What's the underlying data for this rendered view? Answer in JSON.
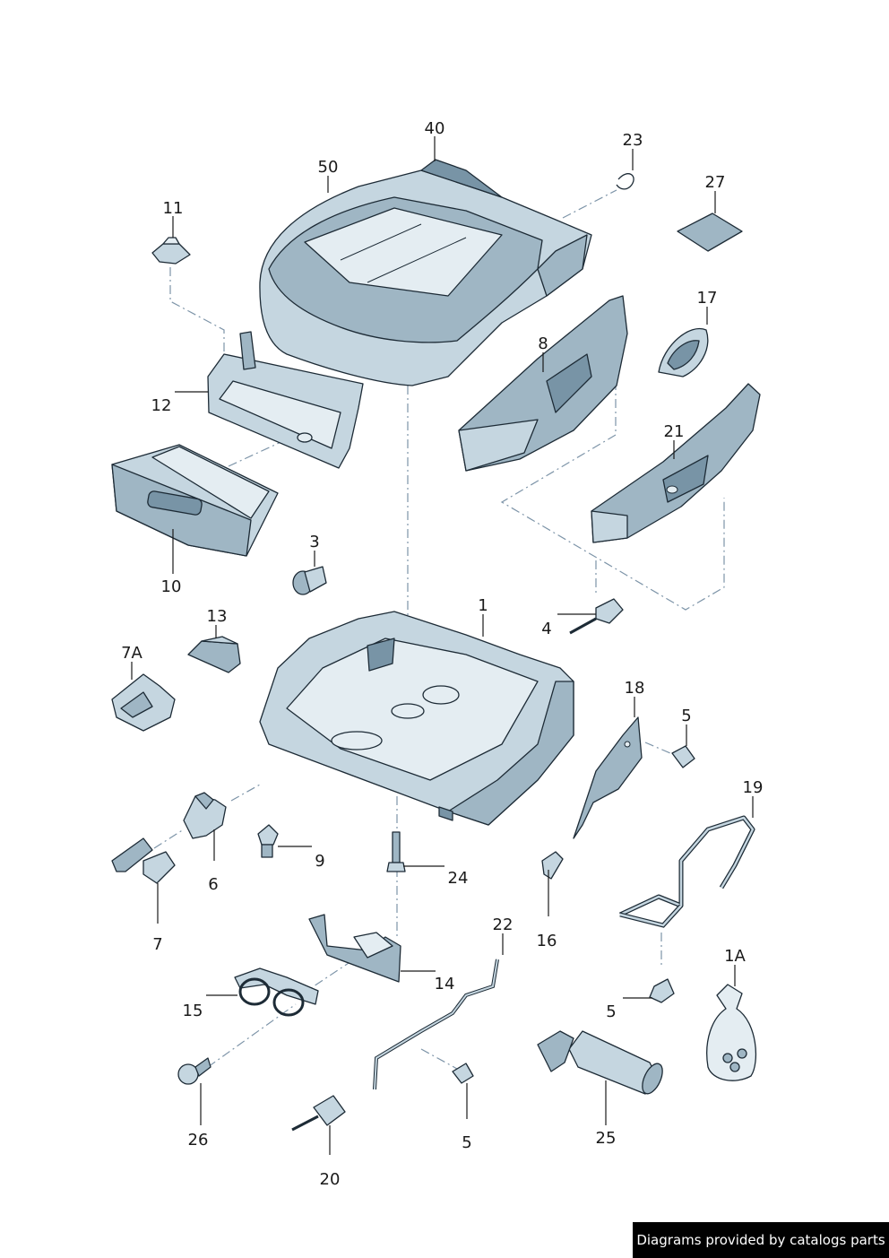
{
  "diagram": {
    "labels": {
      "l40": "40",
      "l50": "50",
      "l23": "23",
      "l27": "27",
      "l11": "11",
      "l17": "17",
      "l8": "8",
      "l12": "12",
      "l21": "21",
      "l10": "10",
      "l3": "3",
      "l1": "1",
      "l4": "4",
      "l13": "13",
      "l7a": "7A",
      "l18": "18",
      "l5a": "5",
      "l19": "19",
      "l9": "9",
      "l6": "6",
      "l24": "24",
      "l16": "16",
      "l7": "7",
      "l22": "22",
      "l1a": "1A",
      "l14": "14",
      "l15": "15",
      "l5b": "5",
      "l26": "26",
      "l25": "25",
      "l5c": "5",
      "l20": "20"
    }
  },
  "footer": {
    "text": "Diagrams provided by catalogs parts"
  },
  "colors": {
    "part_light": "#c5d6e0",
    "part_mid": "#9fb6c4",
    "part_dark": "#7894a6",
    "outline": "#1d2b36"
  }
}
